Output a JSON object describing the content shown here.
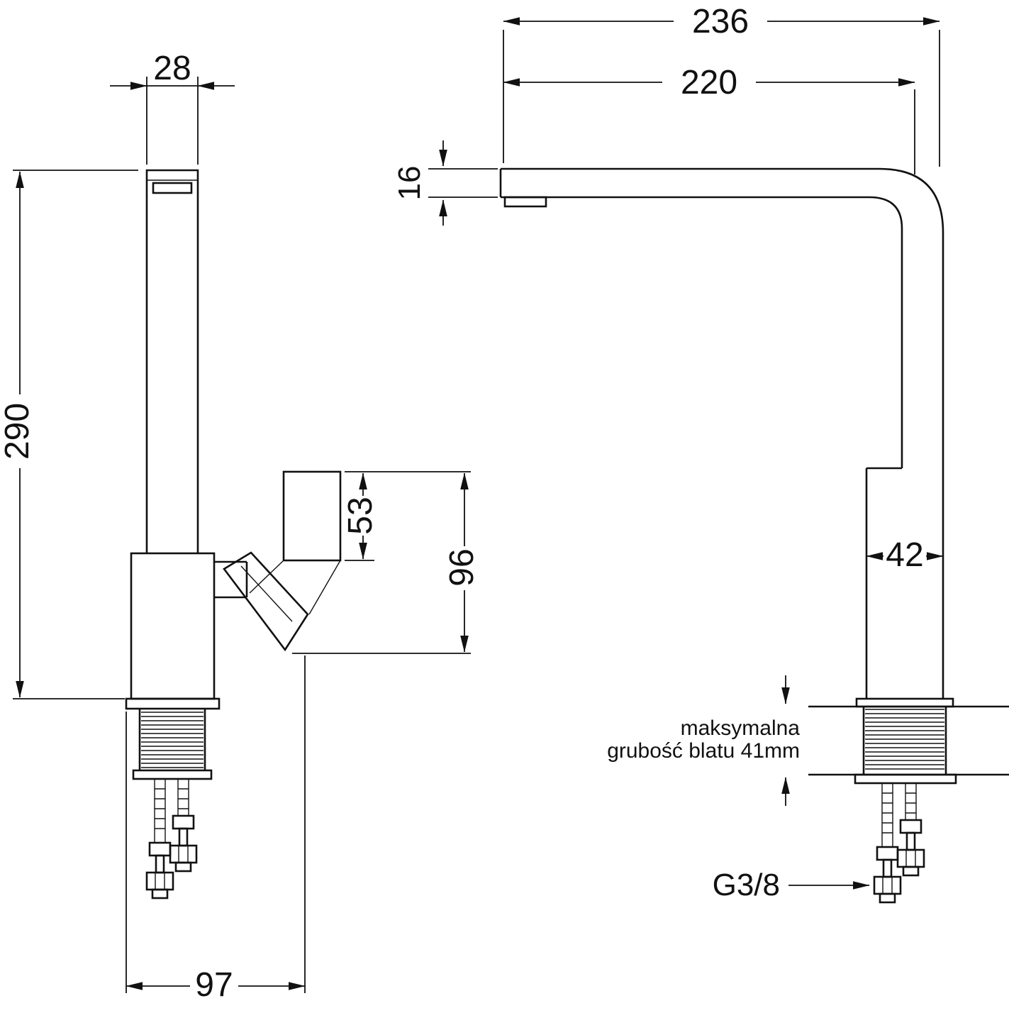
{
  "drawing": {
    "type": "faucet-technical-dimension-drawing",
    "views": {
      "front": {
        "dims": {
          "width_28": "28",
          "height_290": "290",
          "handle_53": "53",
          "handle_96": "96",
          "depth_97": "97"
        }
      },
      "side": {
        "dims": {
          "reach_236": "236",
          "reach_220": "220",
          "thickness_16": "16",
          "body_42": "42"
        },
        "note": {
          "line1": "maksymalna",
          "line2": "grubość blatu 41mm"
        },
        "thread_label": "G3/8"
      }
    },
    "colors": {
      "line": "#111111",
      "background": "#ffffff"
    }
  }
}
